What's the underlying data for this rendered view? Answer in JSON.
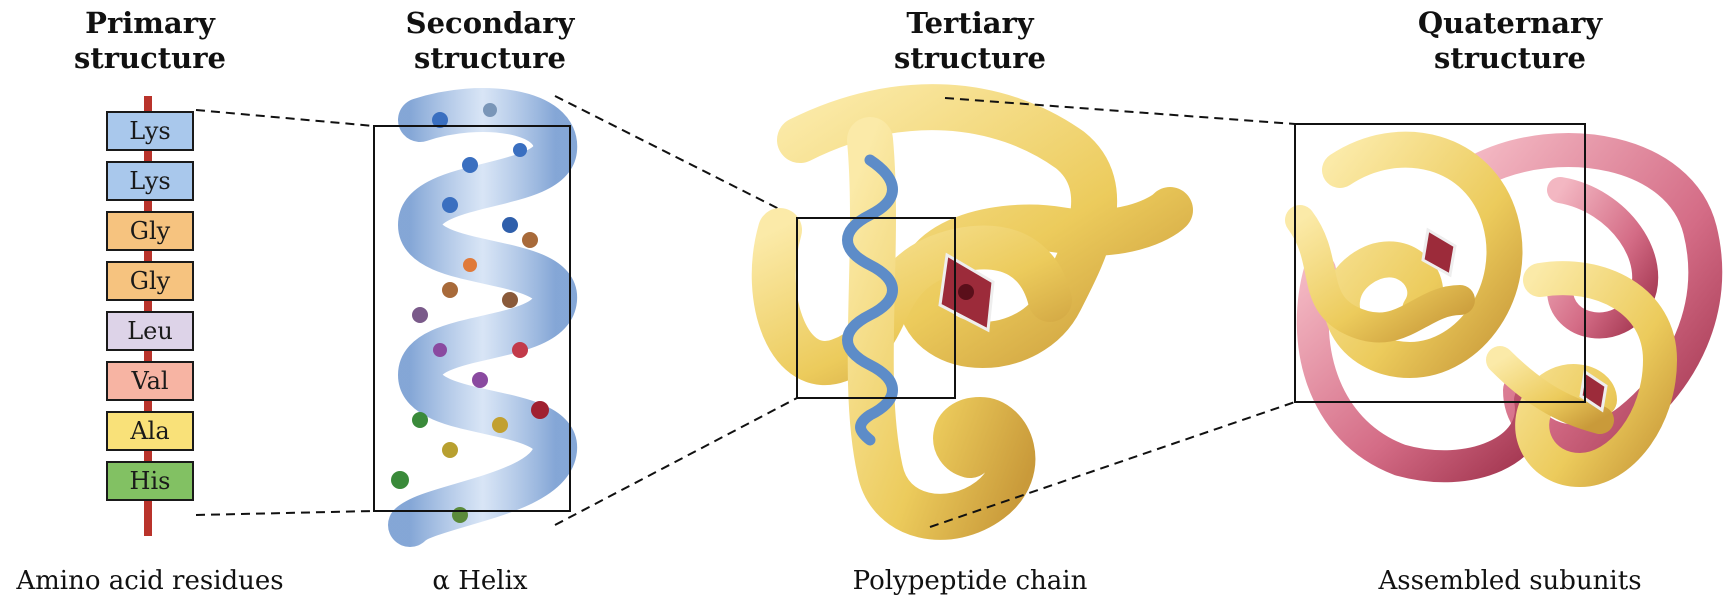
{
  "headings": {
    "primary": [
      "Primary",
      "structure"
    ],
    "secondary": [
      "Secondary",
      "structure"
    ],
    "tertiary": [
      "Tertiary",
      "structure"
    ],
    "quaternary": [
      "Quaternary",
      "structure"
    ]
  },
  "residues": [
    {
      "name": "Lys",
      "color": "#a9c8ec"
    },
    {
      "name": "Lys",
      "color": "#a9c8ec"
    },
    {
      "name": "Gly",
      "color": "#f6c37f"
    },
    {
      "name": "Gly",
      "color": "#f6c37f"
    },
    {
      "name": "Leu",
      "color": "#ddd3e8"
    },
    {
      "name": "Val",
      "color": "#f7b4a3"
    },
    {
      "name": "Ala",
      "color": "#f9e179"
    },
    {
      "name": "His",
      "color": "#82c163"
    }
  ],
  "captions": {
    "primary": "Amino acid residues",
    "secondary": "α Helix",
    "tertiary": "Polypeptide chain",
    "quaternary": "Assembled subunits"
  },
  "colors": {
    "backbone": "#b9332b",
    "helix": "#8fb0dd",
    "chain_yellow": "#f3d97a",
    "subunit_pink": "#d9728a",
    "heme": "#9c2b3a"
  }
}
